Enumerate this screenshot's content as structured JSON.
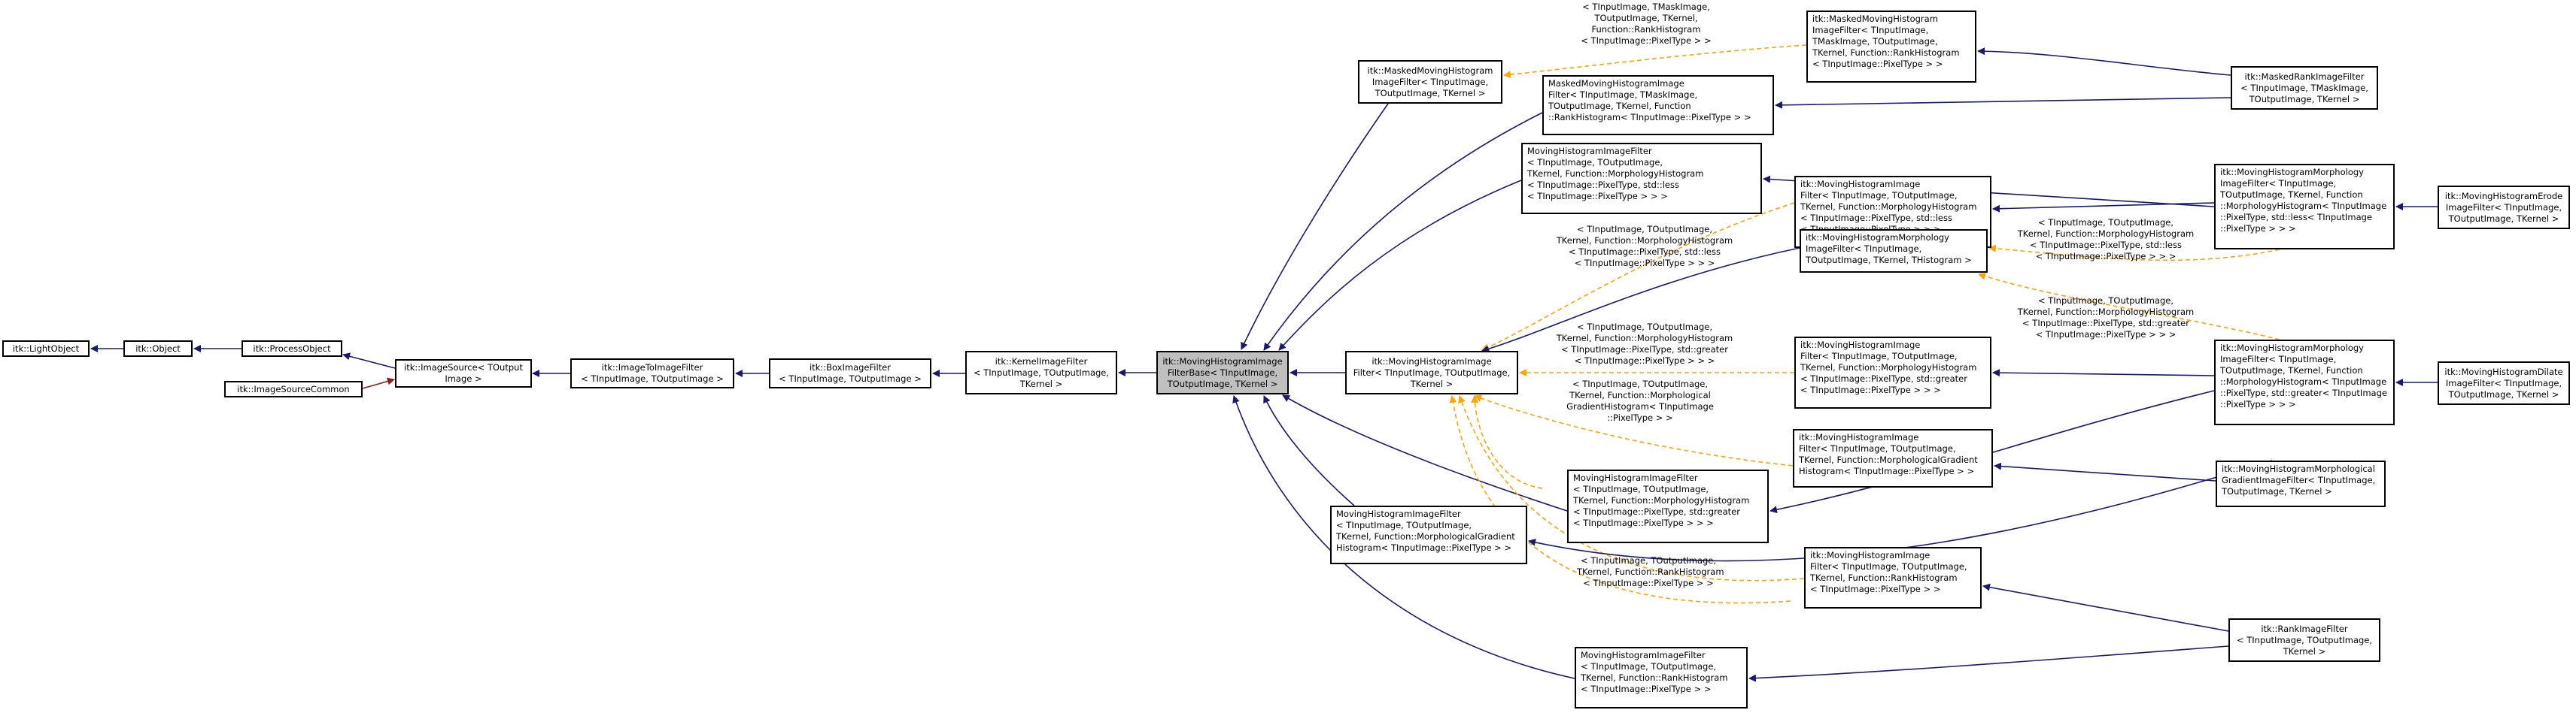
{
  "colors": {
    "inherit": "#191970",
    "template": "#FFA500",
    "usage": "#8B1A1A"
  },
  "nodes": {
    "LightObject": "itk::LightObject",
    "Object": "itk::Object",
    "ProcessObject": "itk::ProcessObject",
    "ImageSourceCommon": "itk::ImageSourceCommon",
    "ImageSource": "itk::ImageSource< TOutput\nImage >",
    "ImageToImageFilter": "itk::ImageToImageFilter\n< TInputImage, TOutputImage >",
    "BoxImageFilter": "itk::BoxImageFilter\n< TInputImage, TOutputImage >",
    "KernelImageFilter": "itk::KernelImageFilter\n< TInputImage, TOutputImage,\nTKernel >",
    "MHIFBase": "itk::MovingHistogramImage\nFilterBase< TInputImage,\nTOutputImage, TKernel >",
    "MaskedMHIF": "itk::MaskedMovingHistogram\nImageFilter< TInputImage,\nTOutputImage, TKernel >",
    "MaskedMHIFInst": "MaskedMovingHistogramImage\nFilter< TInputImage, TMaskImage,\nTOutputImage, TKernel, Function\n::RankHistogram< TInputImage::PixelType > >",
    "MHIFMorphLess": "MovingHistogramImageFilter\n< TInputImage, TOutputImage,\nTKernel, Function::MorphologyHistogram\n< TInputImage::PixelType, std::less\n< TInputImage::PixelType > > >",
    "MHIF": "itk::MovingHistogramImage\nFilter< TInputImage, TOutputImage,\nTKernel >",
    "MHIFMorphGreater": "MovingHistogramImageFilter\n< TInputImage, TOutputImage,\nTKernel, Function::MorphologyHistogram\n< TInputImage::PixelType, std::greater\n< TInputImage::PixelType > > >",
    "MHIFGradient": "MovingHistogramImageFilter\n< TInputImage, TOutputImage,\nTKernel, Function::MorphologicalGradient\nHistogram< TInputImage::PixelType > >",
    "MHIFRank": "MovingHistogramImageFilter\n< TInputImage, TOutputImage,\nTKernel, Function::RankHistogram\n< TInputImage::PixelType > >",
    "ItkMaskedMHIFInst": "itk::MaskedMovingHistogram\nImageFilter< TInputImage,\nTMaskImage, TOutputImage,\nTKernel, Function::RankHistogram\n< TInputImage::PixelType > >",
    "ItkMHIFMorphLess": "itk::MovingHistogramImage\nFilter< TInputImage, TOutputImage,\nTKernel, Function::MorphologyHistogram\n< TInputImage::PixelType, std::less\n< TInputImage::PixelType > > >",
    "MHMorphFilter": "itk::MovingHistogramMorphology\nImageFilter< TInputImage,\nTOutputImage, TKernel, THistogram >",
    "ItkMHIFMorphGreater": "itk::MovingHistogramImage\nFilter< TInputImage, TOutputImage,\nTKernel, Function::MorphologyHistogram\n< TInputImage::PixelType, std::greater\n< TInputImage::PixelType > > >",
    "ItkMHIFGradient": "itk::MovingHistogramImage\nFilter< TInputImage, TOutputImage,\nTKernel, Function::MorphologicalGradient\nHistogram< TInputImage::PixelType > >",
    "ItkMHIFRank": "itk::MovingHistogramImage\nFilter< TInputImage, TOutputImage,\nTKernel, Function::RankHistogram\n< TInputImage::PixelType > >",
    "MaskedRank": "itk::MaskedRankImageFilter\n< TInputImage, TMaskImage,\nTOutputImage, TKernel >",
    "MHMorphLess": "itk::MovingHistogramMorphology\nImageFilter< TInputImage,\nTOutputImage, TKernel, Function\n::MorphologyHistogram< TInputImage\n::PixelType, std::less< TInputImage\n::PixelType > > >",
    "MHMorphGreater": "itk::MovingHistogramMorphology\nImageFilter< TInputImage,\nTOutputImage, TKernel, Function\n::MorphologyHistogram< TInputImage\n::PixelType, std::greater< TInputImage\n::PixelType > > >",
    "MHMorphGradient": "itk::MovingHistogramMorphological\nGradientImageFilter< TInputImage,\nTOutputImage, TKernel >",
    "Rank": "itk::RankImageFilter\n< TInputImage, TOutputImage,\nTKernel >",
    "Erode": "itk::MovingHistogramErode\nImageFilter< TInputImage,\nTOutputImage, TKernel >",
    "Dilate": "itk::MovingHistogramDilate\nImageFilter< TInputImage,\nTOutputImage, TKernel >"
  },
  "edge_labels": {
    "masked": "< TInputImage, TMaskImage,\nTOutputImage, TKernel,\nFunction::RankHistogram\n< TInputImage::PixelType > >",
    "morphLess": "< TInputImage, TOutputImage,\nTKernel, Function::MorphologyHistogram\n< TInputImage::PixelType, std::less\n< TInputImage::PixelType > > >",
    "morphGreater": "< TInputImage, TOutputImage,\nTKernel, Function::MorphologyHistogram\n< TInputImage::PixelType, std::greater\n< TInputImage::PixelType > > >",
    "gradient": "< TInputImage, TOutputImage,\nTKernel, Function::Morphological\nGradientHistogram< TInputImage\n::PixelType > >",
    "rank": "< TInputImage, TOutputImage,\nTKernel, Function::RankHistogram\n< TInputImage::PixelType > >",
    "morphLess2": "< TInputImage, TOutputImage,\nTKernel, Function::MorphologyHistogram\n< TInputImage::PixelType, std::less\n< TInputImage::PixelType > > >",
    "morphGreater2": "< TInputImage, TOutputImage,\nTKernel, Function::MorphologyHistogram\n< TInputImage::PixelType, std::greater\n< TInputImage::PixelType > > >"
  }
}
